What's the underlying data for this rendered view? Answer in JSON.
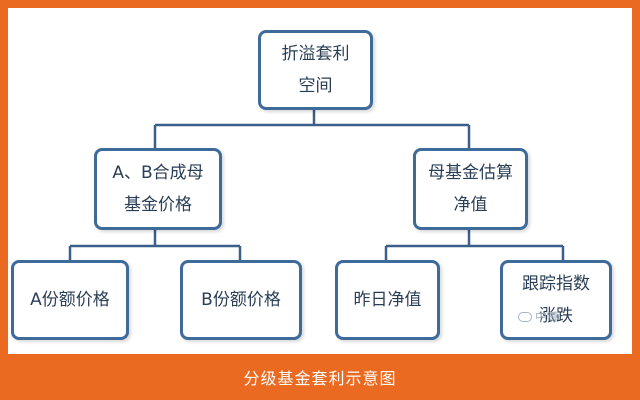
{
  "colors": {
    "frame": "#ea6a22",
    "node_border": "#3f6b9a",
    "node_text": "#2a3e56",
    "connector": "#3a5f88"
  },
  "diagram": {
    "root": {
      "label": "折溢套利\n空间"
    },
    "branches": [
      {
        "label": "A、B合成母\n基金价格",
        "children": [
          {
            "label": "A份额价格"
          },
          {
            "label": "B份额价格"
          }
        ]
      },
      {
        "label": "母基金估算\n净值",
        "children": [
          {
            "label": "昨日净值"
          },
          {
            "label": "跟踪指数\n涨跌"
          }
        ]
      }
    ]
  },
  "watermark": {
    "text": "中尊",
    "icon": "wechat-icon"
  },
  "caption": "分级基金套利示意图"
}
